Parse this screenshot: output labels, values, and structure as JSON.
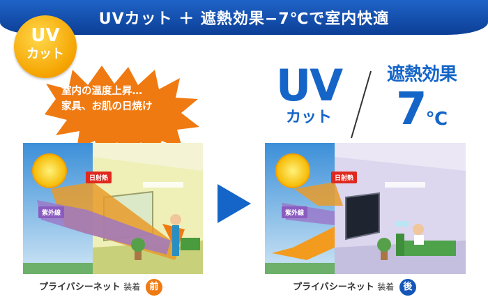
{
  "banner": {
    "title": "UVカット ＋ 遮熱効果−7℃で室内快適"
  },
  "badge": {
    "line1": "UV",
    "line2": "カット"
  },
  "burst": {
    "line1": "室内の温度上昇…",
    "line2": "家具、お肌の日焼け"
  },
  "before": {
    "tag_heat": "日射熱",
    "tag_uv": "紫外線",
    "caption_main": "プライバシーネット",
    "caption_small": "装着",
    "caption_circle": "前"
  },
  "after": {
    "tag_heat": "日射熱",
    "tag_uv": "紫外線",
    "caption_main": "プライバシーネット",
    "caption_small": "装着",
    "caption_circle": "後"
  },
  "highlight": {
    "uv_main": "UV",
    "uv_sub": "カット",
    "heat_label": "遮熱効果",
    "heat_value": "7",
    "heat_unit": "℃"
  },
  "colors": {
    "banner": "#1456bd",
    "badge": "#f5a300",
    "burst": "#f07a12",
    "accent_blue": "#1565c8",
    "before_circle": "#f07a12",
    "after_circle": "#1556b8"
  }
}
